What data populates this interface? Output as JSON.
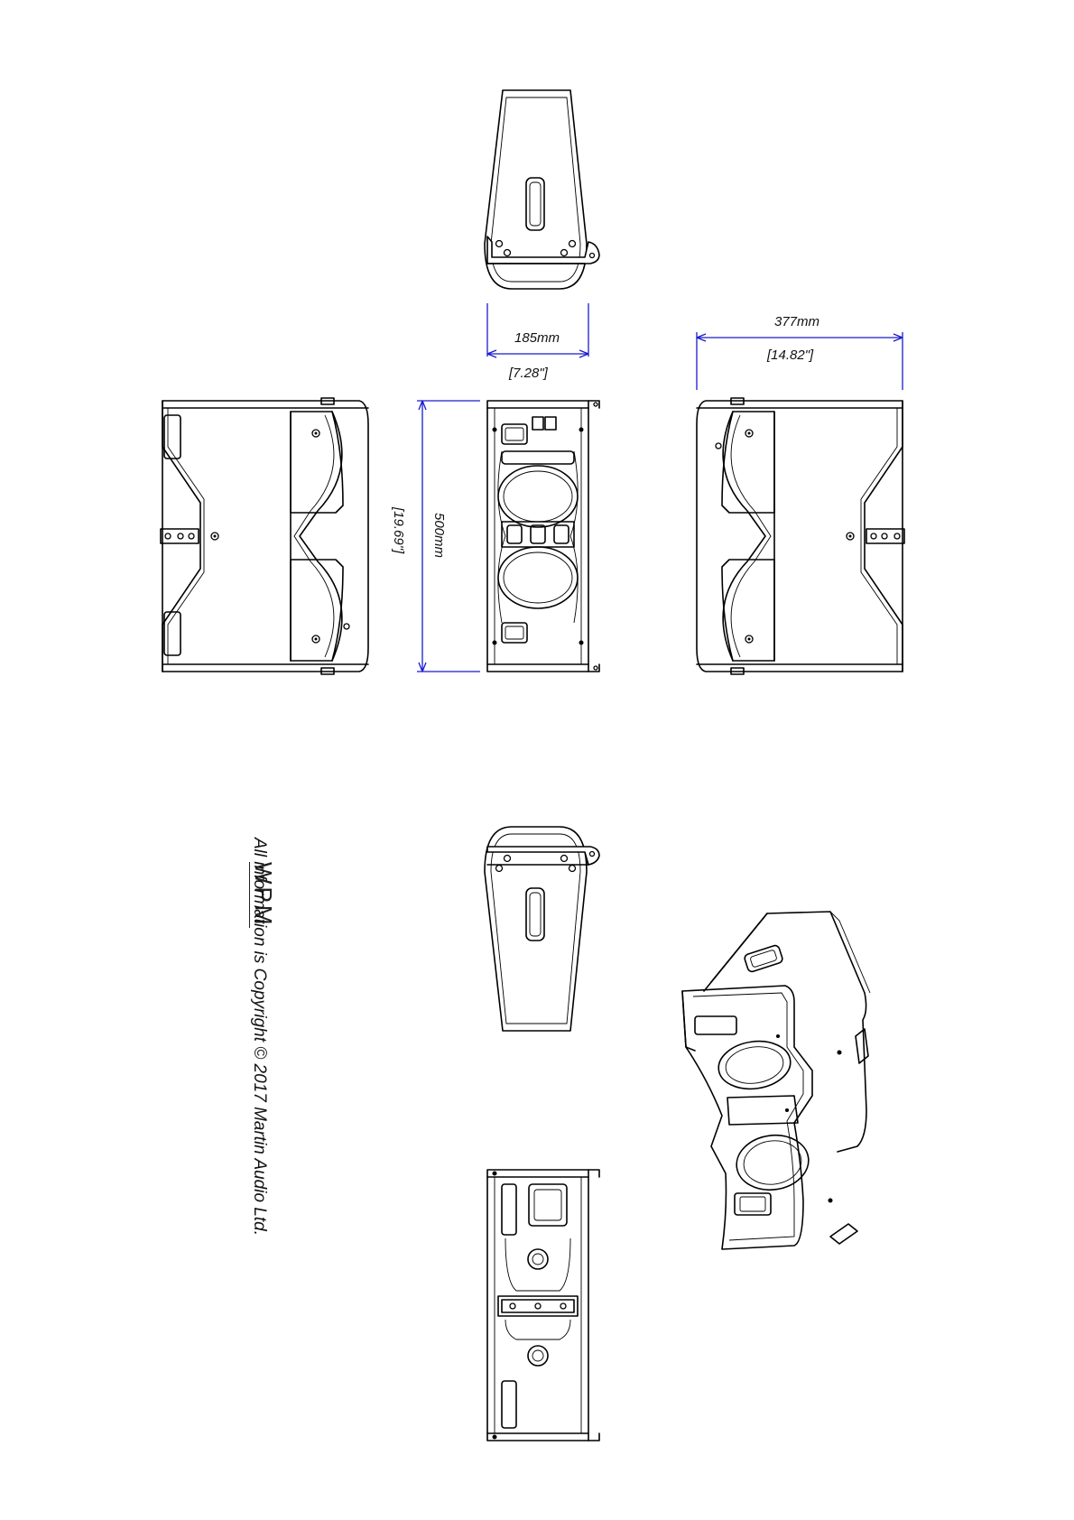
{
  "drawing": {
    "model": "WPM",
    "copyright": "All information is Copyright © 2017 Martin Audio Ltd."
  },
  "dimensions": {
    "width_mm": "185mm",
    "width_in": "[7.28\"]",
    "height_mm": "500mm",
    "height_in": "[19.69\"]",
    "depth_mm": "377mm",
    "depth_in": "[14.82\"]"
  },
  "colors": {
    "linework": "#000000",
    "dimension_lines": "#1a1acc",
    "background": "#ffffff"
  }
}
